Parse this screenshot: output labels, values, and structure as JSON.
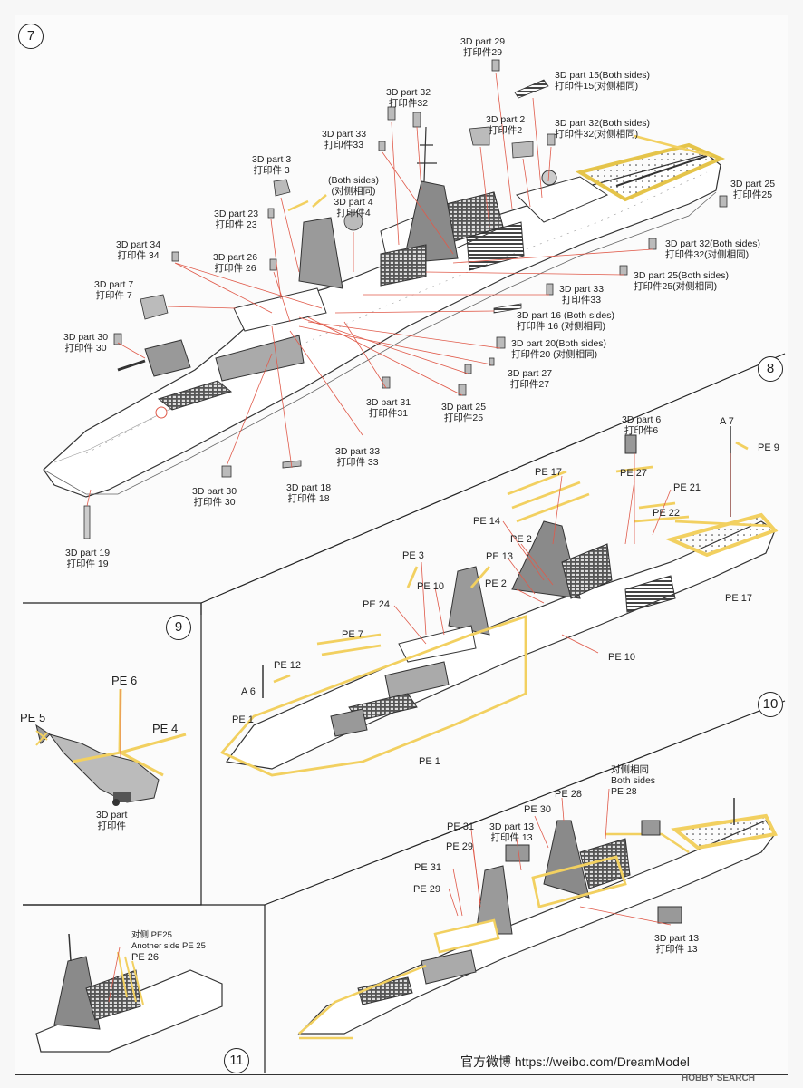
{
  "steps": {
    "s7": "7",
    "s8": "8",
    "s9": "9",
    "s10": "10",
    "s11": "11"
  },
  "step7_labels": {
    "p29": {
      "l1": "3D part 29",
      "l2": "打印件29"
    },
    "p15": {
      "l1": "3D part 15(Both sides)",
      "l2": "打印件15(对侧相同)"
    },
    "p32a": {
      "l1": "3D part 32",
      "l2": "打印件32"
    },
    "p2": {
      "l1": "3D part 2",
      "l2": "打印件2"
    },
    "p32b": {
      "l1": "3D part 32(Both sides)",
      "l2": "打印件32(对侧相同)"
    },
    "p33a": {
      "l1": "3D part 33",
      "l2": "打印件33"
    },
    "p3": {
      "l1": "3D part 3",
      "l2": "打印件 3"
    },
    "p4": {
      "l1": "(Both sides)",
      "l2": "(对侧相同)",
      "l3": "3D part 4",
      "l4": "打印件4"
    },
    "p25a": {
      "l1": "3D part 25",
      "l2": "打印件25"
    },
    "p23": {
      "l1": "3D part 23",
      "l2": "打印件 23"
    },
    "p34": {
      "l1": "3D part 34",
      "l2": "打印件 34"
    },
    "p26": {
      "l1": "3D part 26",
      "l2": "打印件 26"
    },
    "p32c": {
      "l1": "3D part 32(Both sides)",
      "l2": "打印件32(对侧相同)"
    },
    "p25b": {
      "l1": "3D part 25(Both sides)",
      "l2": "打印件25(对侧相同)"
    },
    "p7": {
      "l1": "3D part 7",
      "l2": "打印件 7"
    },
    "p33b": {
      "l1": "3D part 33",
      "l2": "打印件33"
    },
    "p16": {
      "l1": "3D part 16 (Both sides)",
      "l2": "打印件 16 (对侧相同)"
    },
    "p30a": {
      "l1": "3D part 30",
      "l2": "打印件 30"
    },
    "p20": {
      "l1": "3D part 20(Both sides)",
      "l2": "打印件20 (对侧相同)"
    },
    "p27": {
      "l1": "3D part 27",
      "l2": "打印件27"
    },
    "p31": {
      "l1": "3D part 31",
      "l2": "打印件31"
    },
    "p25c": {
      "l1": "3D part 25",
      "l2": "打印件25"
    },
    "p33c": {
      "l1": "3D part 33",
      "l2": "打印件 33"
    },
    "p30b": {
      "l1": "3D part 30",
      "l2": "打印件 30"
    },
    "p18": {
      "l1": "3D part 18",
      "l2": "打印件 18"
    },
    "p19": {
      "l1": "3D part 19",
      "l2": "打印件 19"
    }
  },
  "step8_labels": {
    "p6": {
      "l1": "3D part 6",
      "l2": "打印件6"
    },
    "a7": "A 7",
    "pe9": "PE 9",
    "pe17a": "PE 17",
    "pe27": "PE 27",
    "pe21": "PE 21",
    "pe14": "PE 14",
    "pe22": "PE 22",
    "pe2a": "PE 2",
    "pe3": "PE 3",
    "pe13": "PE 13",
    "pe2b": "PE 2",
    "pe10a": "PE 10",
    "pe24": "PE 24",
    "pe17b": "PE 17",
    "pe7": "PE 7",
    "pe10b": "PE 10",
    "pe12": "PE 12",
    "a6": "A 6",
    "pe1a": "PE 1",
    "pe1b": "PE 1"
  },
  "step9_labels": {
    "pe6": "PE 6",
    "pe5": "PE 5",
    "pe4": "PE 4",
    "heli": {
      "l1": "3D part",
      "l2": "打印件"
    }
  },
  "step10_labels": {
    "both": {
      "l1": "对侧相同",
      "l2": "Both sides",
      "l3": "PE 28"
    },
    "pe28": "PE 28",
    "pe30": "PE 30",
    "pe31a": "PE 31",
    "p13a": {
      "l1": "3D part 13",
      "l2": "打印件 13"
    },
    "pe29a": "PE 29",
    "pe31b": "PE 31",
    "pe29b": "PE 29",
    "p13b": {
      "l1": "3D part 13",
      "l2": "打印件 13"
    }
  },
  "step11_labels": {
    "pe25": {
      "l1": "对侧  PE25",
      "l2": "Another side PE 25",
      "l3": "PE 26"
    }
  },
  "footer": {
    "text": "官方微博  https://weibo.com/DreamModel",
    "watermark": "HOBBY SEARCH"
  },
  "colors": {
    "etch": "#f2d060",
    "leader": "#e05a4a",
    "line": "#333333",
    "hull": "#ffffff"
  }
}
